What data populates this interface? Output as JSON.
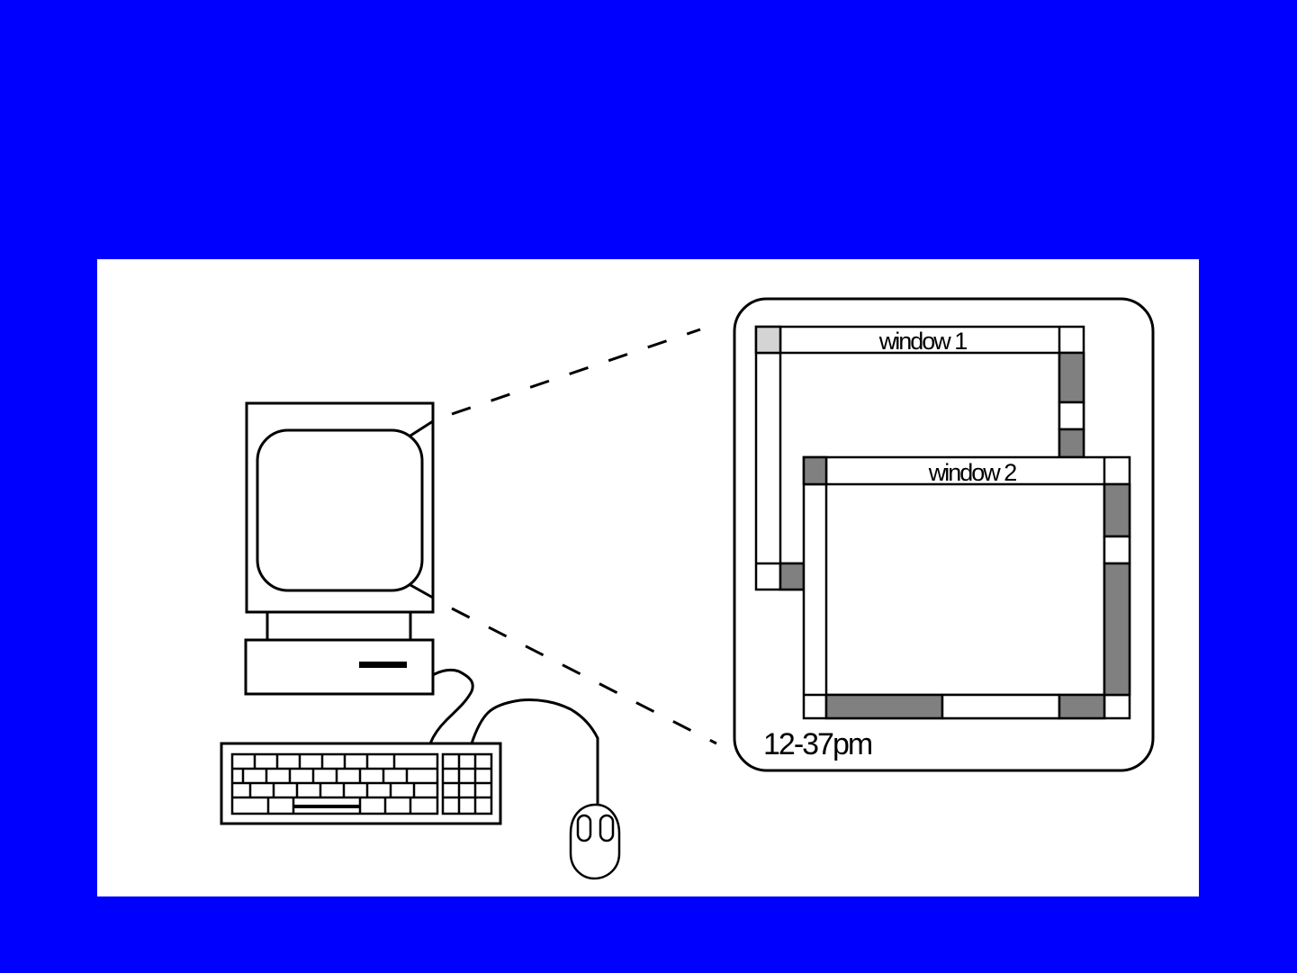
{
  "colors": {
    "slide_background": "#0000ff",
    "panel_background": "#ffffff",
    "line": "#000000",
    "scrollbar_dark": "#808080",
    "scrollbar_light": "#d4d4d4"
  },
  "diagram": {
    "window1_title": "window 1",
    "window2_title": "window 2",
    "clock": "12-37pm"
  },
  "icons": {
    "computer": "desktop-computer-icon",
    "keyboard": "keyboard-icon",
    "mouse": "mouse-icon"
  }
}
